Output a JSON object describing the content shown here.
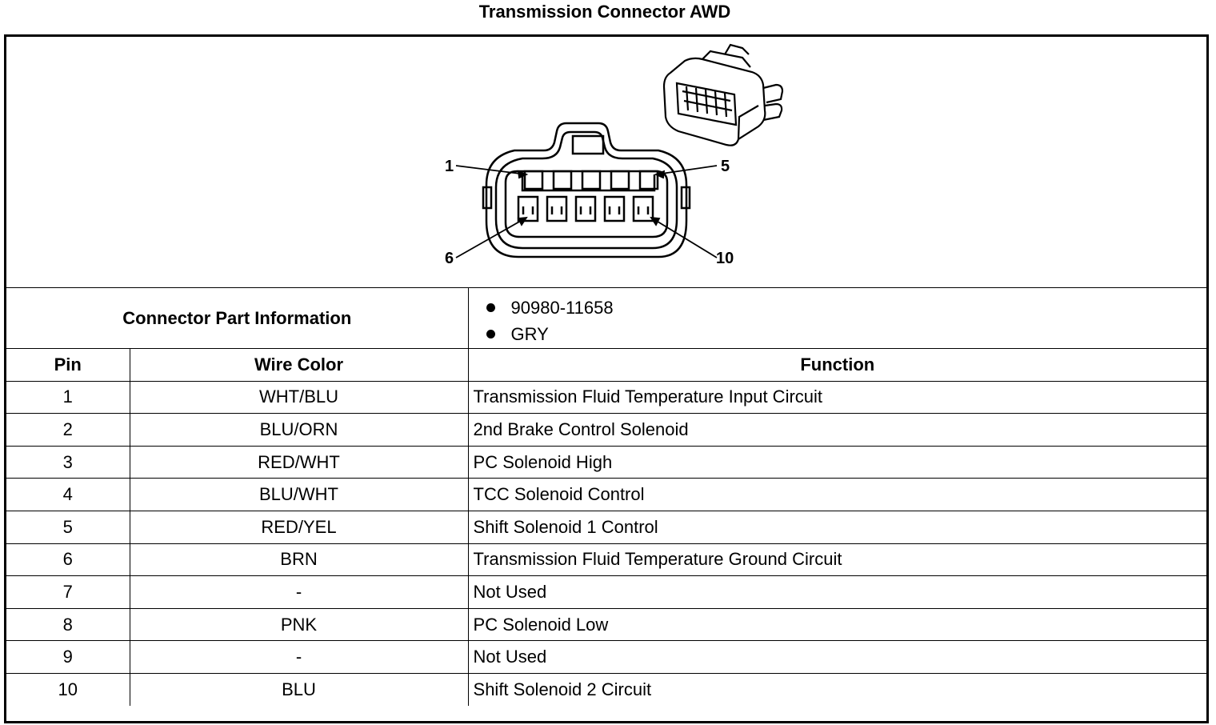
{
  "title": "Transmission Connector AWD",
  "diagram": {
    "pin_callouts": [
      "1",
      "5",
      "6",
      "10"
    ]
  },
  "part_info": {
    "label": "Connector Part Information",
    "items": [
      "90980-11658",
      "GRY"
    ]
  },
  "table": {
    "headers": [
      "Pin",
      "Wire Color",
      "Function"
    ],
    "rows": [
      {
        "pin": "1",
        "color": "WHT/BLU",
        "function": "Transmission Fluid Temperature Input Circuit"
      },
      {
        "pin": "2",
        "color": "BLU/ORN",
        "function": "2nd Brake Control Solenoid"
      },
      {
        "pin": "3",
        "color": "RED/WHT",
        "function": "PC Solenoid High"
      },
      {
        "pin": "4",
        "color": "BLU/WHT",
        "function": "TCC Solenoid Control"
      },
      {
        "pin": "5",
        "color": "RED/YEL",
        "function": "Shift Solenoid 1 Control"
      },
      {
        "pin": "6",
        "color": "BRN",
        "function": "Transmission Fluid Temperature Ground Circuit"
      },
      {
        "pin": "7",
        "color": "-",
        "function": "Not Used"
      },
      {
        "pin": "8",
        "color": "PNK",
        "function": "PC Solenoid Low"
      },
      {
        "pin": "9",
        "color": "-",
        "function": "Not Used"
      },
      {
        "pin": "10",
        "color": "BLU",
        "function": "Shift Solenoid 2 Circuit"
      }
    ]
  }
}
